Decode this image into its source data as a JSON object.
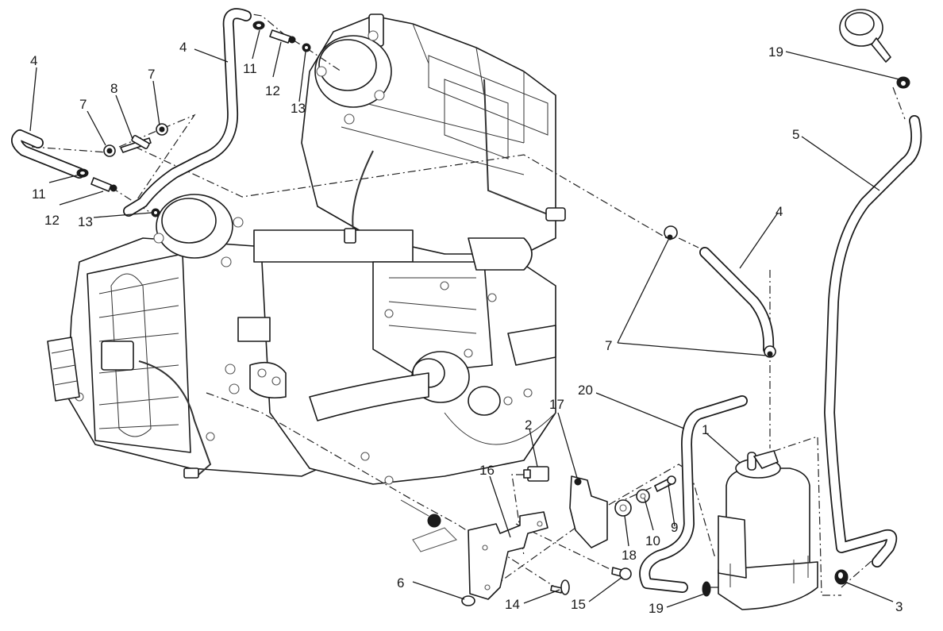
{
  "diagram": {
    "type": "exploded parts diagram",
    "subject": "engine evaporative emission canister system",
    "colors": {
      "line": "#1a1a1a",
      "background": "#ffffff"
    },
    "callouts": [
      {
        "id": "c4a",
        "label": "4"
      },
      {
        "id": "c7a",
        "label": "7"
      },
      {
        "id": "c8",
        "label": "8"
      },
      {
        "id": "c7b",
        "label": "7"
      },
      {
        "id": "c4b",
        "label": "4"
      },
      {
        "id": "c11a",
        "label": "11"
      },
      {
        "id": "c12a",
        "label": "12"
      },
      {
        "id": "c13a",
        "label": "13"
      },
      {
        "id": "c11b",
        "label": "11"
      },
      {
        "id": "c12b",
        "label": "12"
      },
      {
        "id": "c13b",
        "label": "13"
      },
      {
        "id": "c19a",
        "label": "19"
      },
      {
        "id": "c5",
        "label": "5"
      },
      {
        "id": "c4c",
        "label": "4"
      },
      {
        "id": "c7c",
        "label": "7"
      },
      {
        "id": "c20",
        "label": "20"
      },
      {
        "id": "c17",
        "label": "17"
      },
      {
        "id": "c2",
        "label": "2"
      },
      {
        "id": "c16",
        "label": "16"
      },
      {
        "id": "c1",
        "label": "1"
      },
      {
        "id": "c9",
        "label": "9"
      },
      {
        "id": "c10",
        "label": "10"
      },
      {
        "id": "c18",
        "label": "18"
      },
      {
        "id": "c6",
        "label": "6"
      },
      {
        "id": "c14",
        "label": "14"
      },
      {
        "id": "c15",
        "label": "15"
      },
      {
        "id": "c19b",
        "label": "19"
      },
      {
        "id": "c3",
        "label": "3"
      }
    ]
  }
}
